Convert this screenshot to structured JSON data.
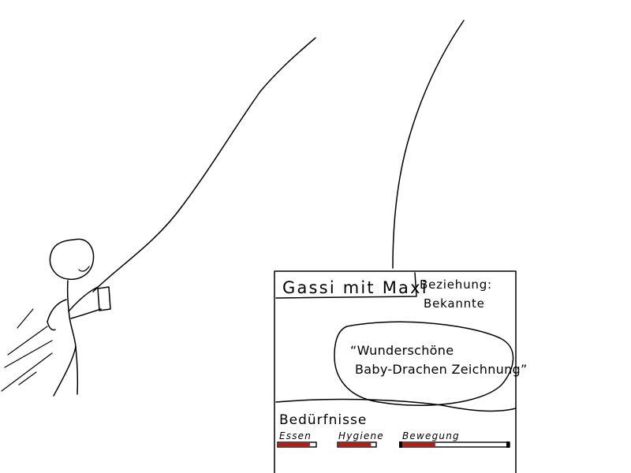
{
  "card": {
    "title": "Gassi mit Maxi",
    "relationship_label": "Beziehung:",
    "relationship_value": "Bekannte",
    "quote_line1": "“Wunderschöne",
    "quote_line2": "Baby-Drachen Zeichnung”",
    "needs_heading": "Bedürfnisse"
  },
  "needs": [
    {
      "label": "Essen",
      "level": 0.85,
      "color": "#cc1111"
    },
    {
      "label": "Hygiene",
      "level": 0.88,
      "color": "#cc1111"
    },
    {
      "label": "Bewegung",
      "level": 0.32,
      "color": "#cc1111"
    }
  ]
}
